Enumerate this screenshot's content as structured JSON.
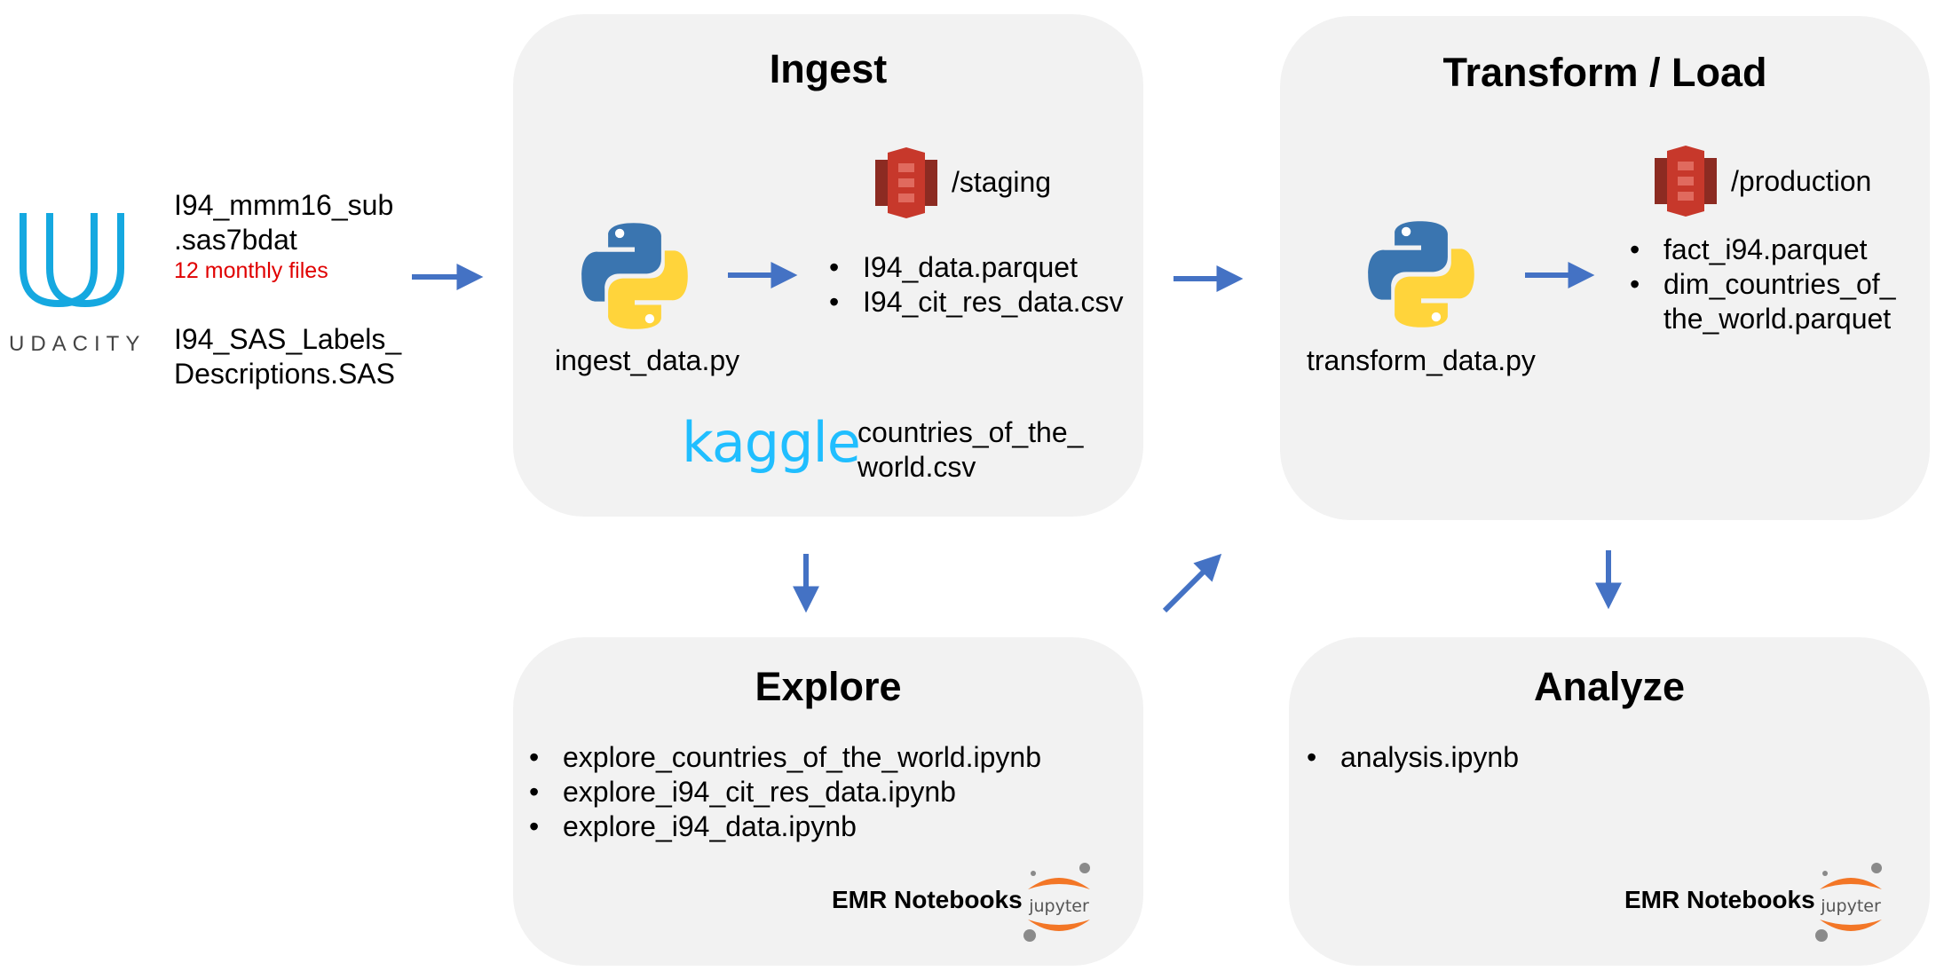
{
  "source": {
    "brand": "UDACITY",
    "file1_line1": "I94_mmm16_sub",
    "file1_line2": ".sas7bdat",
    "file1_note": "12 monthly files",
    "file2_line1": "I94_SAS_Labels_",
    "file2_line2": "Descriptions.SAS"
  },
  "ingest": {
    "title": "Ingest",
    "script": "ingest_data.py",
    "bucket": "/staging",
    "outputs": [
      "I94_data.parquet",
      "I94_cit_res_data.csv"
    ],
    "kaggle_logo": "kaggle",
    "kaggle_file_line1": "countries_of_the_",
    "kaggle_file_line2": "world.csv"
  },
  "transform": {
    "title": "Transform / Load",
    "script": "transform_data.py",
    "bucket": "/production",
    "outputs_line": [
      "fact_i94.parquet",
      "dim_countries_of_"
    ],
    "outputs_cont": "the_world.parquet"
  },
  "explore": {
    "title": "Explore",
    "items": [
      "explore_countries_of_the_world.ipynb",
      "explore_i94_cit_res_data.ipynb",
      "explore_i94_data.ipynb"
    ],
    "tool": "EMR Notebooks",
    "jupyter": "jupyter"
  },
  "analyze": {
    "title": "Analyze",
    "items": [
      "analysis.ipynb"
    ],
    "tool": "EMR Notebooks",
    "jupyter": "jupyter"
  },
  "colors": {
    "arrow": "#4472c4",
    "panel": "#f2f2f2",
    "s3": "#c7382b",
    "kaggle": "#20beff",
    "udacity": "#15a8e0",
    "jupyter_orange": "#f37626"
  }
}
